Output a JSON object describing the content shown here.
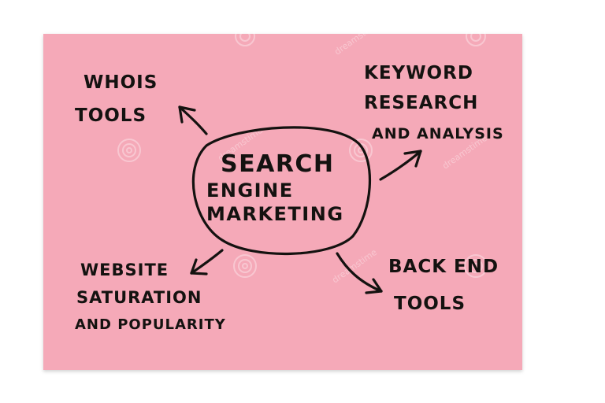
{
  "note": {
    "color": "#f5a9b8",
    "ink": "#141210"
  },
  "center": {
    "line1": "SEARCH",
    "line2": "ENGINE",
    "line3": "MARKETING"
  },
  "branches": {
    "whois": {
      "line1": "WHOIS",
      "line2": "TOOLS"
    },
    "keyword": {
      "line1": "KEYWORD",
      "line2": "RESEARCH",
      "line3": "AND ANALYSIS"
    },
    "website": {
      "line1": "WEBSITE",
      "line2": "SATURATION",
      "line3": "AND POPULARITY"
    },
    "backend": {
      "line1": "BACK END",
      "line2": "TOOLS"
    }
  },
  "watermark": {
    "brand": "dreamstime"
  }
}
